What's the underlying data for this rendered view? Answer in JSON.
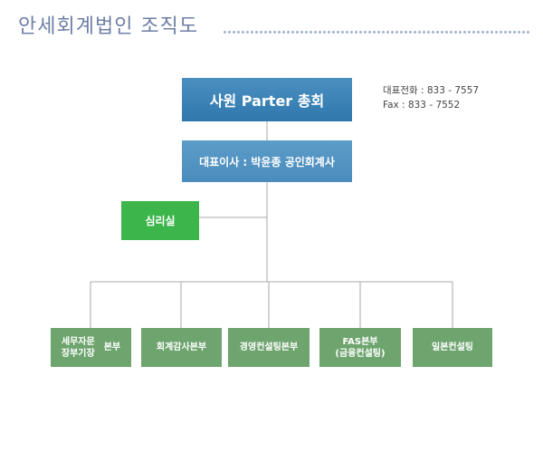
{
  "title": "안세회계법인 조직도",
  "ceo": "사원 Parter 총회",
  "director": "대표이사 : 박윤종 공인회계사",
  "contact": {
    "phone": "대표전화 : 833 - 7557",
    "fax": "Fax : 833 - 7552"
  },
  "audit_office": "심리실",
  "departments": {
    "tax": {
      "line1": "세무자문",
      "line2": "장부기장",
      "suffix": "본부"
    },
    "audit": "회계감사본부",
    "management": "경영컨설팅본부",
    "fas": {
      "line1": "FAS본부",
      "line2": "(금융컨설팅)"
    },
    "general": "일본컨설팅"
  },
  "colors": {
    "ceo_box": "#2f78ad",
    "director_box": "#4a8cbd",
    "audit_box": "#3cb54b",
    "dept_box": "#6ea56f",
    "connector": "#aaaaaa",
    "title_text": "#6f7fa6"
  }
}
